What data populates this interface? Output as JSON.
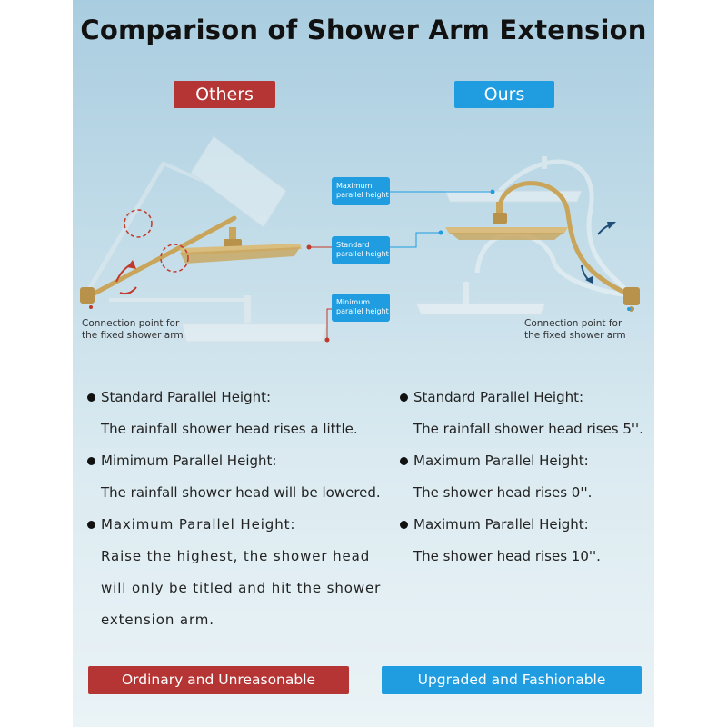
{
  "title": "Comparison of Shower Arm Extension",
  "tags": {
    "others": "Others",
    "ours": "Ours"
  },
  "callouts": {
    "maximum": [
      "Maximum",
      "parallel height"
    ],
    "standard": [
      "Standard",
      "parallel height"
    ],
    "minimum": [
      "Minimum",
      "parallel height"
    ]
  },
  "connection_label": [
    "Connection point for",
    "the fixed shower arm"
  ],
  "others_list": [
    {
      "head": "Standard Parallel Height:",
      "desc": [
        "The rainfall shower head rises a little."
      ]
    },
    {
      "head": "Mimimum Parallel Height:",
      "desc": [
        "The rainfall shower head will be lowered."
      ]
    },
    {
      "head": "Maximum Parallel Height:",
      "desc": [
        "Raise the highest, the shower head",
        "will only be titled and hit the shower",
        "extension arm."
      ]
    }
  ],
  "ours_list": [
    {
      "head": "Standard Parallel Height:",
      "desc": [
        "The rainfall shower head rises 5''."
      ]
    },
    {
      "head": "Maximum Parallel Height:",
      "desc": [
        "The shower head rises 0''."
      ]
    },
    {
      "head": "Maximum Parallel Height:",
      "desc": [
        "The shower head rises 10''."
      ]
    }
  ],
  "bottom": {
    "others": "Ordinary and Unreasonable",
    "ours": "Upgraded and Fashionable"
  },
  "colors": {
    "others_red": "#b53434",
    "ours_blue": "#1f9de0",
    "brass": "#c9a55c"
  }
}
